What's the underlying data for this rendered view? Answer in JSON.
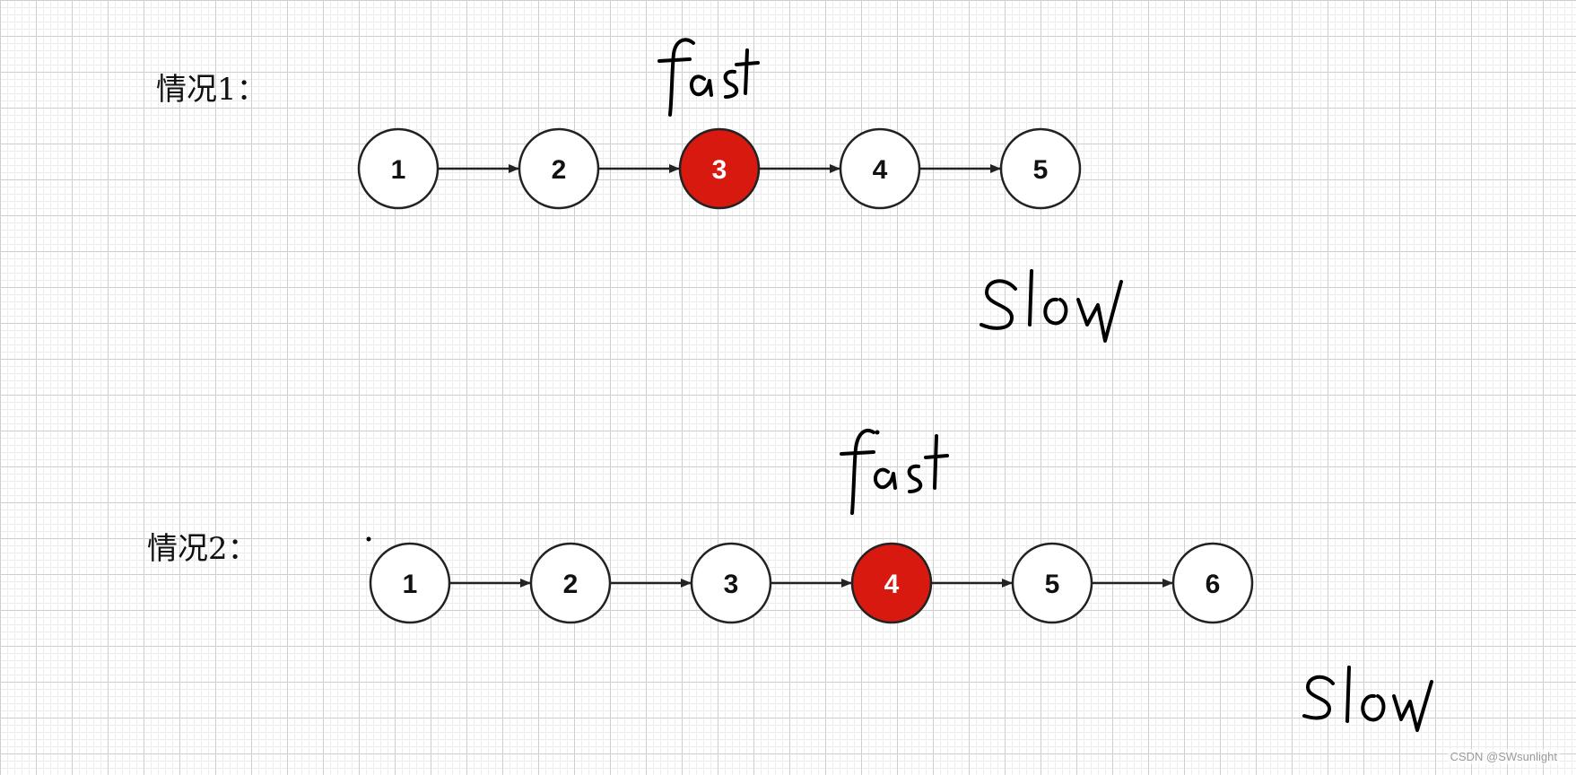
{
  "cases": [
    {
      "label": "情况1：",
      "nodes": [
        "1",
        "2",
        "3",
        "4",
        "5"
      ],
      "highlight_index": 2
    },
    {
      "label": "情况2：",
      "nodes": [
        "1",
        "2",
        "3",
        "4",
        "5",
        "6"
      ],
      "highlight_index": 3
    }
  ],
  "colors": {
    "node_fill": "#ffffff",
    "node_highlight": "#d7190f",
    "node_text": "#111111",
    "node_text_highlight": "#ffffff",
    "edge": "#222222",
    "handwriting": "#000000"
  },
  "pointer_labels": {
    "fast": "fast",
    "slow": "slow"
  },
  "watermark": "CSDN @SWsunlight"
}
